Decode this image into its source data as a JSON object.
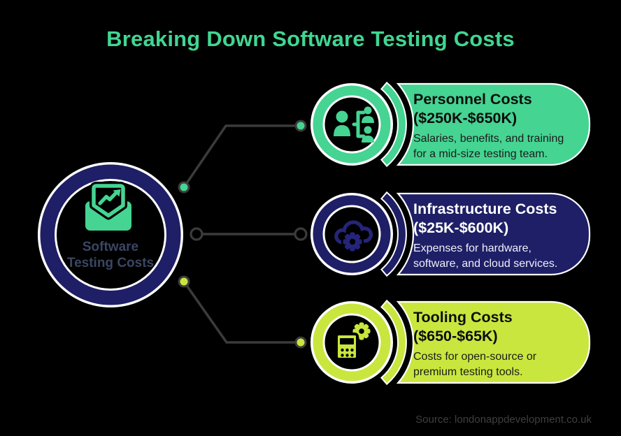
{
  "title": "Breaking Down Software Testing Costs",
  "center_node": {
    "label_line1": "Software",
    "label_line2": "Testing Costs",
    "icon": "trend-inbox-icon"
  },
  "cards": [
    {
      "title": "Personnel Costs",
      "range": "($250K-$650K)",
      "desc_line1": "Salaries, benefits, and training",
      "desc_line2": "for a mid-size testing team.",
      "icon": "team-hierarchy-icon",
      "color": "#45d492"
    },
    {
      "title": "Infrastructure Costs",
      "range": "($25K-$600K)",
      "desc_line1": "Expenses for hardware,",
      "desc_line2": "software, and cloud services.",
      "icon": "cloud-gear-icon",
      "color": "#1e1f66"
    },
    {
      "title": "Tooling Costs",
      "range": "($650-$65K)",
      "desc_line1": "Costs for open-source or",
      "desc_line2": "premium testing tools.",
      "icon": "calculator-gear-icon",
      "color": "#c9e63e"
    }
  ],
  "source": "Source: londonappdevelopment.co.uk",
  "colors": {
    "background": "#000000",
    "title_green": "#40d692",
    "personnel_green": "#45d492",
    "infrastructure_navy": "#1e1f66",
    "tooling_lime": "#c9e63e",
    "connector_gray": "#3b3b3b",
    "center_label_slate": "#3a4662",
    "outline_white": "#ffffff",
    "card_dark_text": "#0d0d0d",
    "card_light_text": "#ffffff"
  }
}
